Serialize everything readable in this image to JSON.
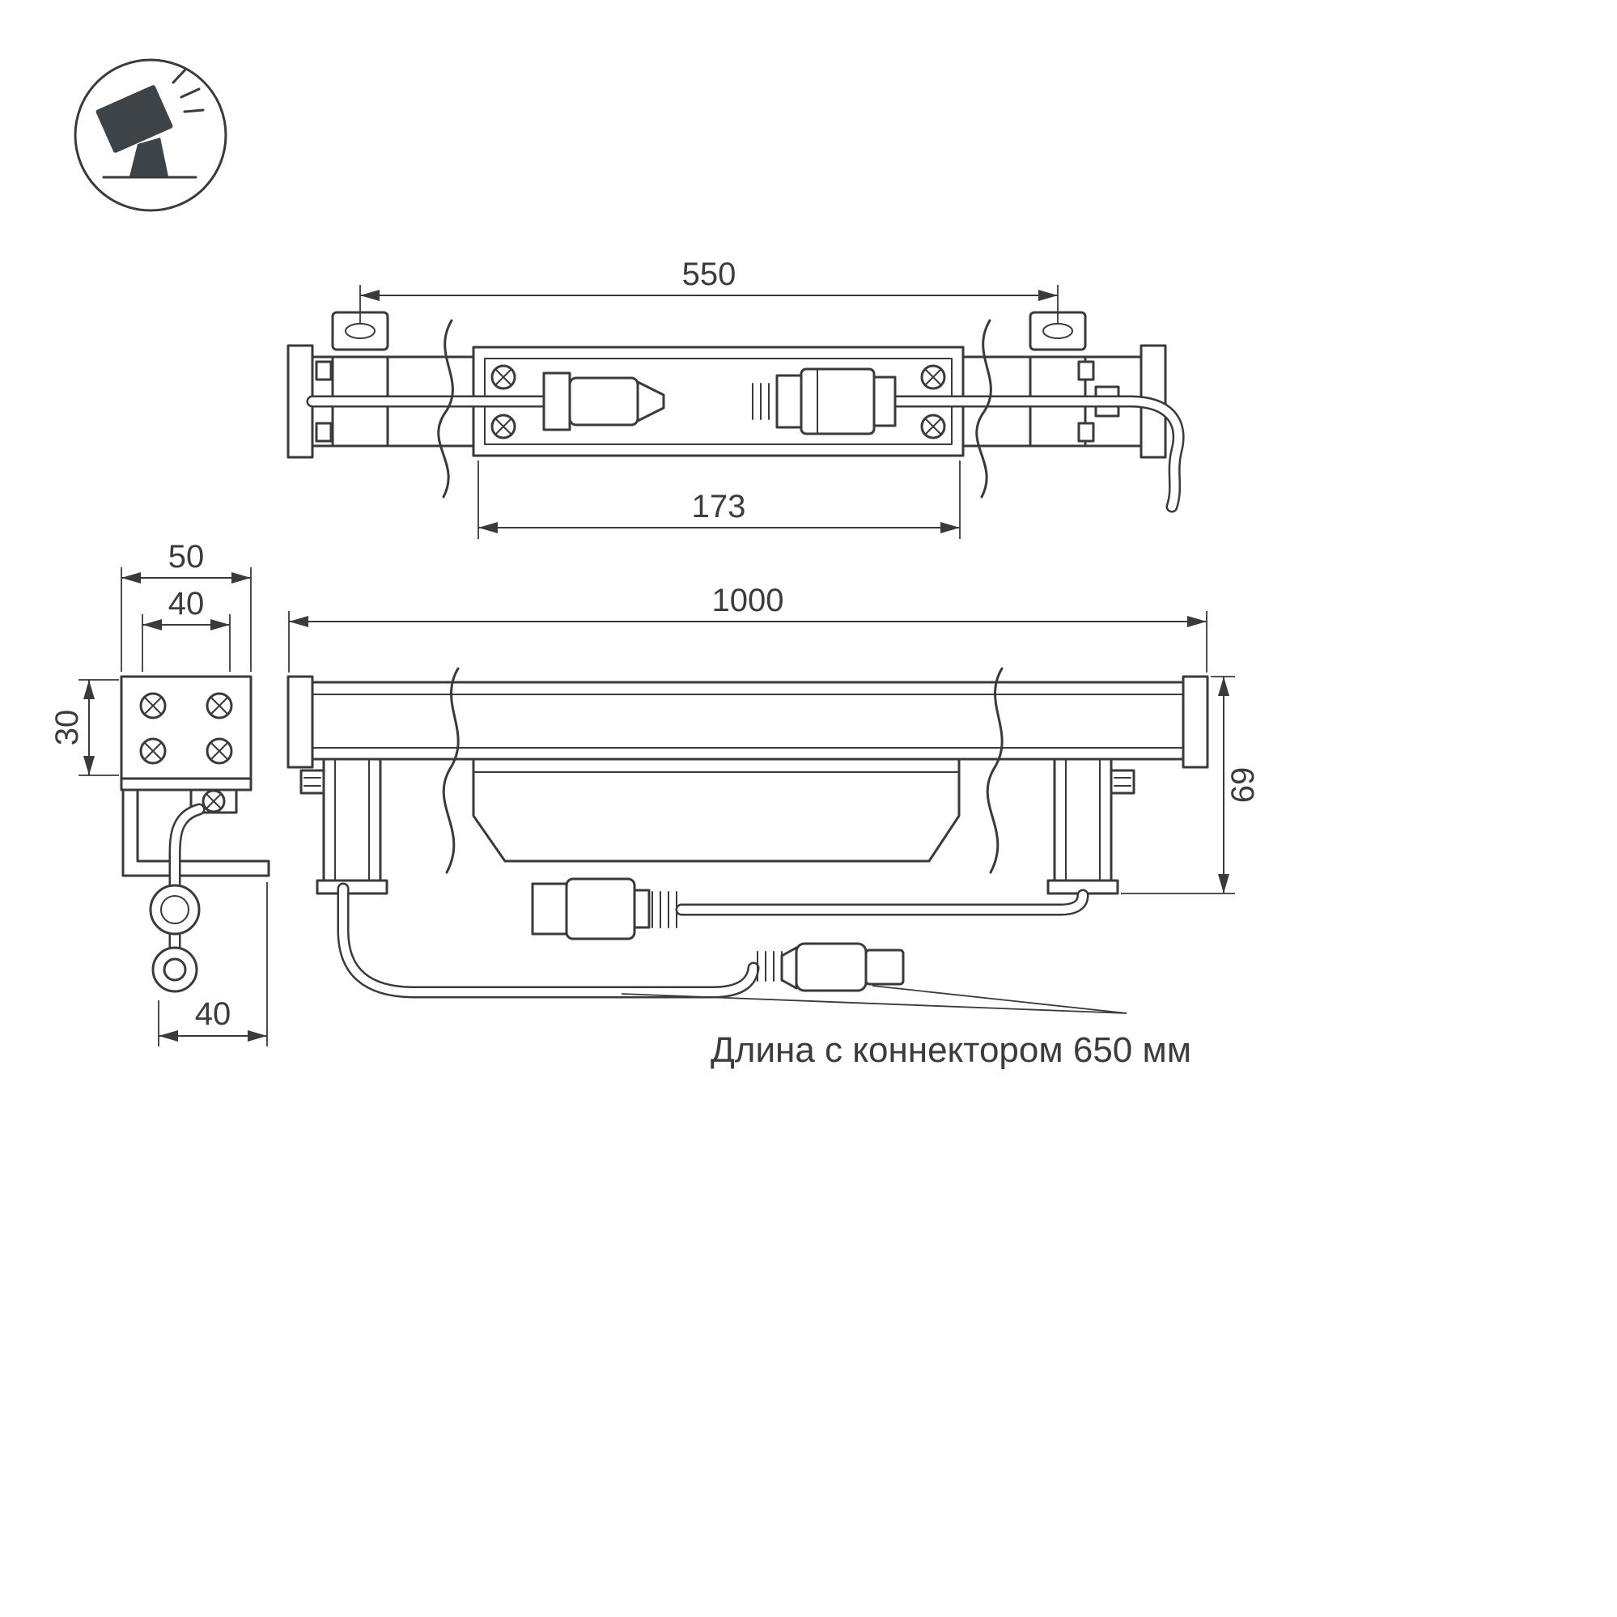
{
  "canvas": {
    "background": "#ffffff",
    "line_color": "#3a3a3a",
    "text_color": "#3c3c3c"
  },
  "icon": {
    "name": "tilted-floodlight-pictogram"
  },
  "views": {
    "top_view": {
      "dim_mount_spacing": "550",
      "dim_plate_length": "173"
    },
    "end_view": {
      "dim_outer_width": "50",
      "dim_inner_width": "40",
      "dim_plate_height": "30",
      "dim_bottom_offset": "40"
    },
    "front_view": {
      "dim_overall_length": "1000",
      "dim_overall_height": "69"
    }
  },
  "note": {
    "connector_length": "Длина с коннектором 650 мм"
  }
}
